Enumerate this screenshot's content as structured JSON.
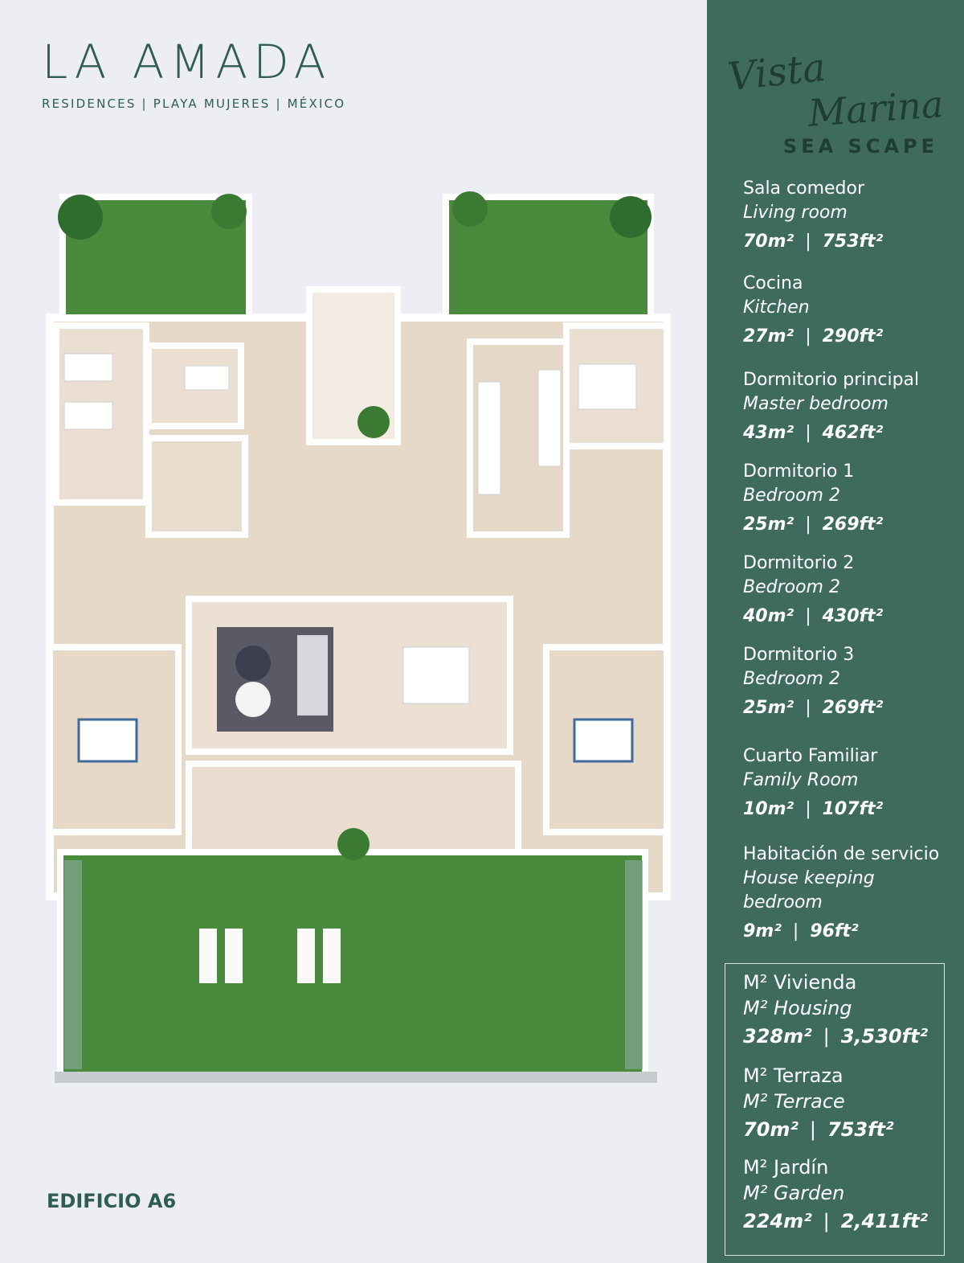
{
  "brand": {
    "name": "LA AMADA",
    "tagline": "RESIDENCES | PLAYA MUJERES | MÉXICO"
  },
  "model": {
    "script_line1": "Vista",
    "script_line2": "Marina",
    "subtitle": "SEA SCAPE"
  },
  "building": "EDIFICIO A6",
  "rooms": [
    {
      "es": "Sala comedor",
      "en": "Living room",
      "m2": "70m²",
      "ft2": "753ft²"
    },
    {
      "es": "Cocina",
      "en": "Kitchen",
      "m2": "27m²",
      "ft2": "290ft²"
    },
    {
      "es": "Dormitorio principal",
      "en": "Master bedroom",
      "m2": "43m²",
      "ft2": "462ft²"
    },
    {
      "es": "Dormitorio 1",
      "en": "Bedroom 2",
      "m2": "25m²",
      "ft2": "269ft²"
    },
    {
      "es": "Dormitorio 2",
      "en": "Bedroom 2",
      "m2": "40m²",
      "ft2": "430ft²"
    },
    {
      "es": "Dormitorio 3",
      "en": "Bedroom 2",
      "m2": "25m²",
      "ft2": "269ft²"
    },
    {
      "es": "Cuarto Familiar",
      "en": "Family Room",
      "m2": "10m²",
      "ft2": "107ft²"
    },
    {
      "es": "Habitación de servicio",
      "en": "House keeping",
      "en2": "bedroom",
      "m2": "9m²",
      "ft2": "96ft²"
    }
  ],
  "totals": [
    {
      "es": "M² Vivienda",
      "en": "M² Housing",
      "m2": "328m²",
      "ft2": "3,530ft²"
    },
    {
      "es": "M² Terraza",
      "en": "M² Terrace",
      "m2": "70m²",
      "ft2": "753ft²"
    },
    {
      "es": "M² Jardín",
      "en": "M² Garden",
      "m2": "224m²",
      "ft2": "2,411ft²"
    }
  ],
  "separator": "|",
  "colors": {
    "panel": "#3e6b5e",
    "brand": "#2f5e51",
    "lawn": "#4a8a3c",
    "floor": "#e9dccb",
    "wall": "#ffffff"
  }
}
